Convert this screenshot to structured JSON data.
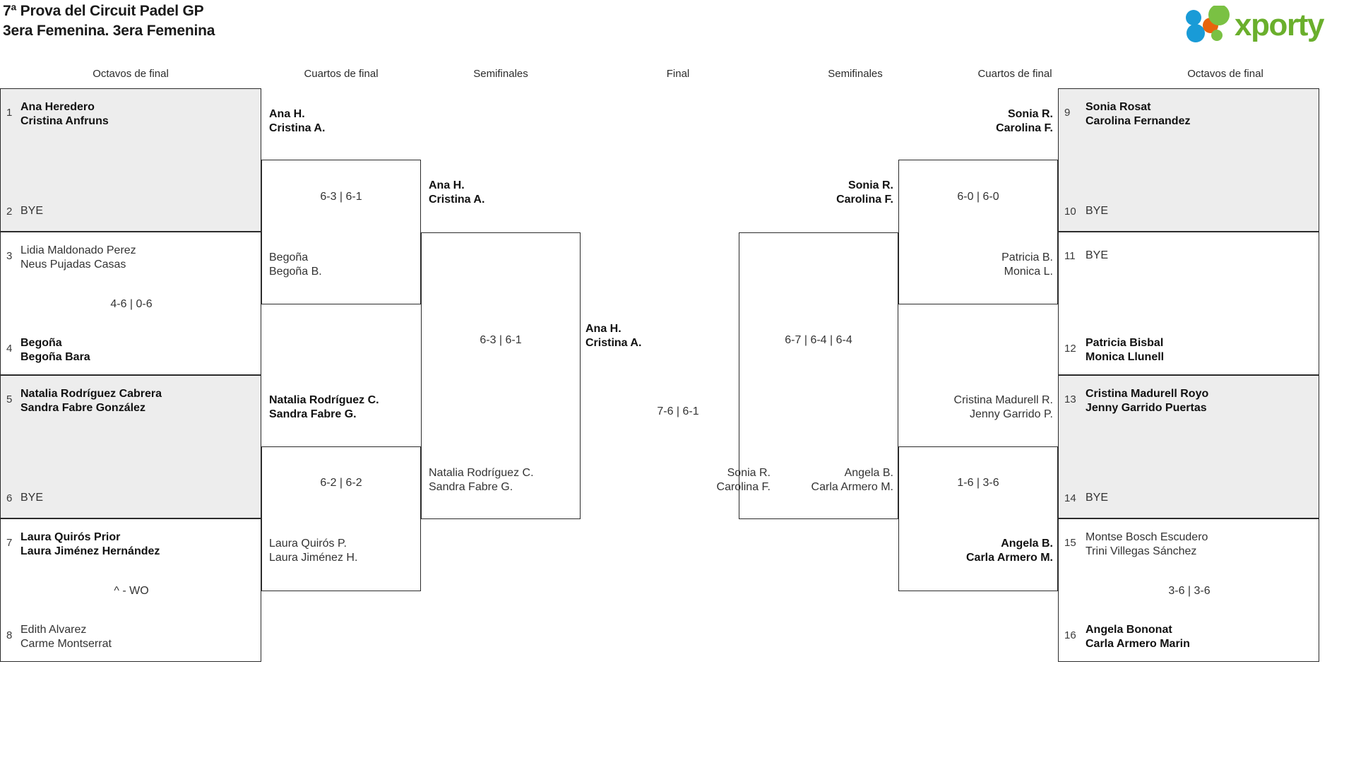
{
  "header": {
    "title_line1": "7ª Prova del Circuit Padel GP",
    "title_line2": "3era Femenina. 3era Femenina",
    "logo_text": "xporty",
    "logo_colors": {
      "green": "#6aaf2c",
      "blue": "#199bd7",
      "orange": "#e8640c"
    }
  },
  "rounds": {
    "left_r16": "Octavos de final",
    "left_qf": "Cuartos de final",
    "left_sf": "Semifinales",
    "final": "Final",
    "right_sf": "Semifinales",
    "right_qf": "Cuartos de final",
    "right_r16": "Octavos de final"
  },
  "left_r16": [
    {
      "seed": "1",
      "line1": "Ana Heredero",
      "line2": "Cristina Anfruns",
      "winner": true
    },
    {
      "seed": "2",
      "line1": "BYE",
      "line2": "",
      "winner": false
    },
    {
      "seed": "3",
      "line1": "Lidia Maldonado Perez",
      "line2": "Neus Pujadas Casas",
      "winner": false
    },
    {
      "seed": "4",
      "line1": "Begoña",
      "line2": "Begoña Bara",
      "winner": true
    },
    {
      "seed": "5",
      "line1": "Natalia Rodríguez Cabrera",
      "line2": "Sandra Fabre González",
      "winner": true
    },
    {
      "seed": "6",
      "line1": "BYE",
      "line2": "",
      "winner": false
    },
    {
      "seed": "7",
      "line1": "Laura Quirós Prior",
      "line2": "Laura Jiménez Hernández",
      "winner": true
    },
    {
      "seed": "8",
      "line1": "Edith Alvarez",
      "line2": "Carme Montserrat",
      "winner": false
    }
  ],
  "left_r16_scores": {
    "m1": "",
    "m2": "4-6 | 0-6",
    "m3": "",
    "m4": "^ - WO"
  },
  "left_qf": [
    {
      "line1": "Ana H.",
      "line2": "Cristina A.",
      "winner": true
    },
    {
      "line1": "Begoña",
      "line2": "Begoña B.",
      "winner": false
    },
    {
      "line1": "Natalia Rodríguez C.",
      "line2": "Sandra Fabre G.",
      "winner": true
    },
    {
      "line1": "Laura Quirós P.",
      "line2": "Laura Jiménez H.",
      "winner": false
    }
  ],
  "left_qf_scores": {
    "m1": "6-3 | 6-1",
    "m2": "6-2 | 6-2"
  },
  "left_sf": [
    {
      "line1": "Ana H.",
      "line2": "Cristina A.",
      "winner": true
    },
    {
      "line1": "Natalia Rodríguez C.",
      "line2": "Sandra Fabre G.",
      "winner": false
    }
  ],
  "left_sf_scores": {
    "m1": "6-3 | 6-1"
  },
  "final": {
    "top": {
      "line1": "Ana H.",
      "line2": "Cristina A.",
      "winner": true
    },
    "bottom": {
      "line1": "Sonia R.",
      "line2": "Carolina F.",
      "winner": false
    },
    "score": "7-6 | 6-1"
  },
  "right_sf": [
    {
      "line1": "Sonia R.",
      "line2": "Carolina F.",
      "winner": true
    },
    {
      "line1": "Angela B.",
      "line2": "Carla Armero M.",
      "winner": false
    }
  ],
  "right_sf_scores": {
    "m1": "6-7 | 6-4 | 6-4"
  },
  "right_qf": [
    {
      "line1": "Sonia R.",
      "line2": "Carolina F.",
      "winner": true
    },
    {
      "line1": "Patricia B.",
      "line2": "Monica L.",
      "winner": false
    },
    {
      "line1": "Cristina Madurell R.",
      "line2": "Jenny Garrido P.",
      "winner": false
    },
    {
      "line1": "Angela B.",
      "line2": "Carla Armero M.",
      "winner": true
    }
  ],
  "right_qf_scores": {
    "m1": "6-0 | 6-0",
    "m2": "1-6 | 3-6"
  },
  "right_r16": [
    {
      "seed": "9",
      "line1": "Sonia Rosat",
      "line2": "Carolina Fernandez",
      "winner": true
    },
    {
      "seed": "10",
      "line1": "BYE",
      "line2": "",
      "winner": false
    },
    {
      "seed": "11",
      "line1": "BYE",
      "line2": "",
      "winner": false
    },
    {
      "seed": "12",
      "line1": "Patricia Bisbal",
      "line2": "Monica Llunell",
      "winner": true
    },
    {
      "seed": "13",
      "line1": "Cristina Madurell Royo",
      "line2": "Jenny Garrido Puertas",
      "winner": true
    },
    {
      "seed": "14",
      "line1": "BYE",
      "line2": "",
      "winner": false
    },
    {
      "seed": "15",
      "line1": "Montse Bosch Escudero",
      "line2": "Trini Villegas Sánchez",
      "winner": false
    },
    {
      "seed": "16",
      "line1": "Angela Bononat",
      "line2": "Carla Armero Marin",
      "winner": true
    }
  ],
  "right_r16_scores": {
    "m1": "",
    "m2": "",
    "m3": "",
    "m4": "3-6 | 3-6"
  }
}
